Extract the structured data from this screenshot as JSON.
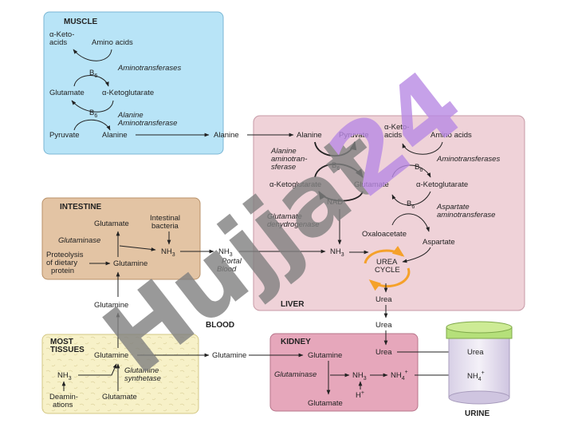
{
  "watermark": {
    "text": "Hujjat24",
    "gray": "Hujjat",
    "purple": "24"
  },
  "colors": {
    "muscle": "#b8e4f7",
    "intestine": "#e3c4a4",
    "liver": "#efd2d8",
    "kidney": "#e6a7bb",
    "tissues": "#f7f1c8",
    "cycle": "#f5a12a",
    "watermark_gray": "#808080",
    "watermark_purple": "#b98ae4"
  },
  "muscle": {
    "title": "MUSCLE",
    "keto": [
      "α-Keto-",
      "acids"
    ],
    "amino": "Amino acids",
    "b6a": "B",
    "b6b": "B",
    "sub6": "6",
    "enzyme1": "Aminotransferases",
    "glutamate": "Glutamate",
    "akg": "α-Ketoglutarate",
    "enzyme2": [
      "Alanine",
      "Aminotransferase"
    ],
    "pyruvate": "Pyruvate",
    "alanine": "Alanine"
  },
  "alanine_transit": "Alanine",
  "liver": {
    "title": "LIVER",
    "alanine": "Alanine",
    "pyruvate": "Pyruvate",
    "keto": [
      "α-Keto-",
      "acids"
    ],
    "amino": "Amino acids",
    "enz_ala": [
      "Alanine",
      "aminotran-",
      "sferase"
    ],
    "b6": "B",
    "b6b": "B",
    "b6c": "B",
    "sub6": "6",
    "enz_amino": "Aminotransferases",
    "akg_left": "α-Ketoglutarate",
    "glutamate": "Glutamate",
    "akg_right": "α-Ketoglutarate",
    "nad": "NAD",
    "enz_asp": [
      "Aspartate",
      "aminotransferase"
    ],
    "enz_gdh": [
      "Glutamate",
      "dehydrogenase"
    ],
    "oxaloacetate": "Oxaloacetate",
    "aspartate": "Aspartate",
    "nh3": "NH",
    "sub3": "3",
    "cycle": [
      "UREA",
      "CYCLE"
    ],
    "urea": "Urea"
  },
  "intestine": {
    "title": "INTESTINE",
    "glutamate": "Glutamate",
    "bacteria": [
      "Intestinal",
      "bacteria"
    ],
    "enzyme": "Glutaminase",
    "proteolysis": [
      "Proteolysis",
      "of dietary",
      "protein"
    ],
    "glutamine": "Glutamine",
    "nh3": "NH",
    "sub3": "3"
  },
  "portal": {
    "nh3": "NH",
    "sub3": "3",
    "label": [
      "Portal",
      "Blood"
    ]
  },
  "glutamine_mid": "Glutamine",
  "blood": "BLOOD",
  "tissues": {
    "title": [
      "MOST",
      "TISSUES"
    ],
    "glutamine": "Glutamine",
    "enzyme": [
      "Glutamine",
      "synthetase"
    ],
    "nh3": "NH",
    "sub3": "3",
    "deamin": [
      "Deamin-",
      "ations"
    ],
    "glutamate": "Glutamate"
  },
  "glutamine_transit": "Glutamine",
  "urea_transit": "Urea",
  "kidney": {
    "title": "KIDNEY",
    "glutamine": "Glutamine",
    "urea": "Urea",
    "enzyme": "Glutaminase",
    "nh3": "NH",
    "sub3": "3",
    "nh4": "NH",
    "sub4": "4",
    "sup_plus": "+",
    "hplus": "H",
    "glutamate": "Glutamate"
  },
  "urine": {
    "urea": "Urea",
    "nh4": "NH",
    "sub4": "4",
    "sup_plus": "+",
    "label": "URINE"
  }
}
